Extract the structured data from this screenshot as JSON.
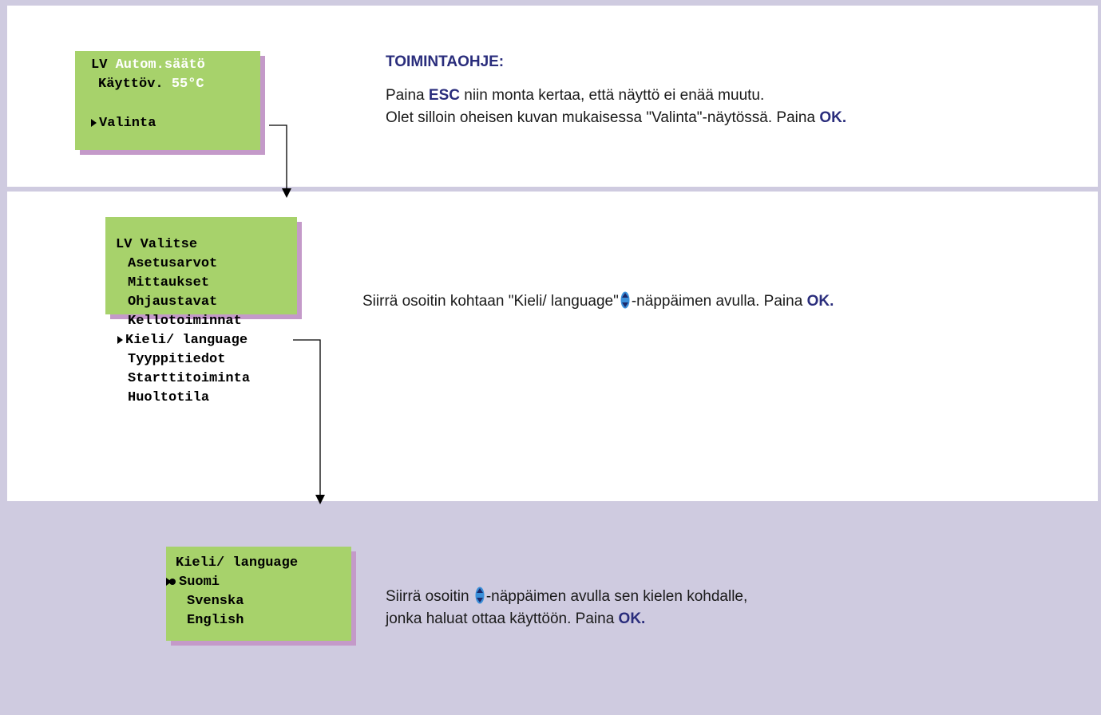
{
  "screen1": {
    "line1_a": "LV",
    "line1_b": "Autom.säätö",
    "line2_a": "Käyttöv.",
    "line2_b": "55°C",
    "line3": "Valinta"
  },
  "instructions": {
    "heading": "TOIMINTAOHJE:",
    "p1_a": "Paina",
    "p1_esc": "ESC",
    "p1_b": "niin monta kertaa, että näyttö ei enää muutu.",
    "p2_a": "Olet silloin oheisen kuvan mukaisessa  \"Valinta\"-näytössä.  Paina",
    "p2_ok": "OK."
  },
  "screen2": {
    "title": "LV Valitse",
    "items": [
      "Asetusarvot",
      "Mittaukset",
      "Ohjaustavat",
      "Kellotoiminnat",
      "Kieli/ language",
      "Tyyppitiedot",
      "Starttitoiminta",
      "Huoltotila"
    ],
    "selected": "Kieli/ language"
  },
  "step2": {
    "text_a": "Siirrä  osoitin  kohtaan \"Kieli/ language\"",
    "text_b": "-näppäimen avulla.  Paina",
    "ok": "OK."
  },
  "screen3": {
    "title": "Kieli/ language",
    "options": [
      "Suomi",
      "Svenska",
      "English"
    ],
    "selected": "Suomi"
  },
  "step3": {
    "text_a": "Siirrä  osoitin",
    "text_b": "-näppäimen avulla sen  kielen kohdalle,",
    "text_c": "jonka haluat ottaa käyttöön.  Paina",
    "ok": "OK."
  },
  "colors": {
    "lcd": "#a7d26b",
    "lcd_shadow": "#c49ac9",
    "accent": "#2a2d7c",
    "band": "#cfcbe0"
  },
  "icons": [
    "up-down-arrow-key-icon",
    "cursor-triangle-icon",
    "selection-dot-icon",
    "flow-arrow-icon"
  ]
}
